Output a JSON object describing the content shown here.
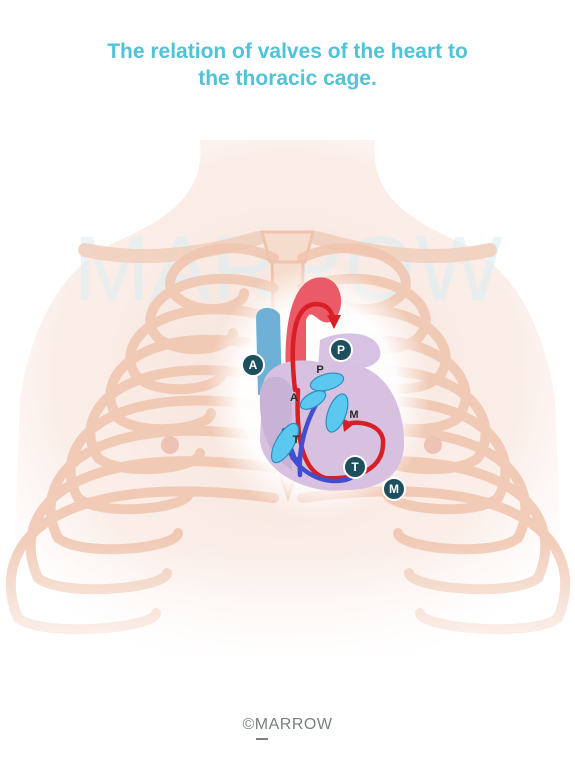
{
  "title": {
    "line1": "The relation of valves of the heart to",
    "line2": "the thoracic cage."
  },
  "watermark": "MARROW",
  "footer": "©MARROW",
  "labels": {
    "circle_a": "A",
    "circle_p": "P",
    "circle_t": "T",
    "circle_m": "M",
    "valve_p": "P",
    "valve_a": "A",
    "valve_m": "M",
    "valve_t": "T"
  },
  "colors": {
    "title": "#4fc3d8",
    "label_circle": "#1e4f5e",
    "valve": "#5bc8f0",
    "arterial_flow": "#d81f26",
    "venous_flow": "#3f4fd0"
  }
}
